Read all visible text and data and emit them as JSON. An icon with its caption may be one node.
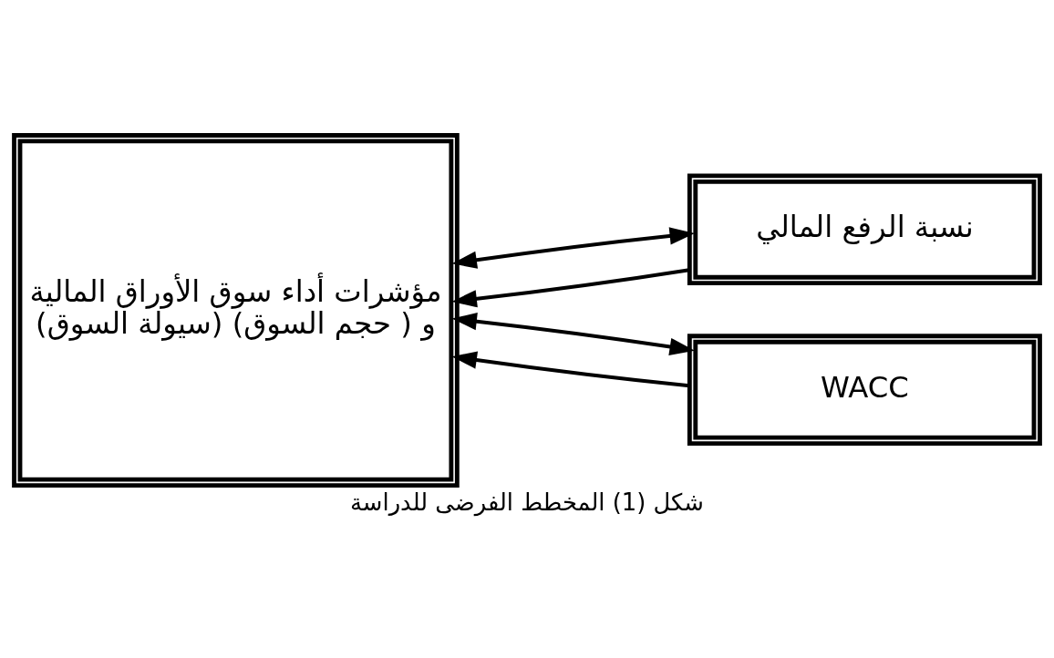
{
  "diagram": {
    "caption": "شكل (1) المخطط الفرضى للدراسة",
    "nodes": [
      {
        "text": [
          "مؤشرات أداء سوق الأوراق المالية",
          "(سيولة السوق) و ( حجم السوق)"
        ]
      },
      {
        "text": [
          "نسبة الرفع المالي"
        ]
      },
      {
        "text": [
          "WACC"
        ]
      }
    ],
    "edges": [
      {
        "from": 1,
        "to": 0,
        "arrow": "to"
      },
      {
        "from": 1,
        "to": 0,
        "arrow": "both"
      },
      {
        "from": 2,
        "to": 0,
        "arrow": "to"
      },
      {
        "from": 2,
        "to": 0,
        "arrow": "both"
      }
    ]
  }
}
